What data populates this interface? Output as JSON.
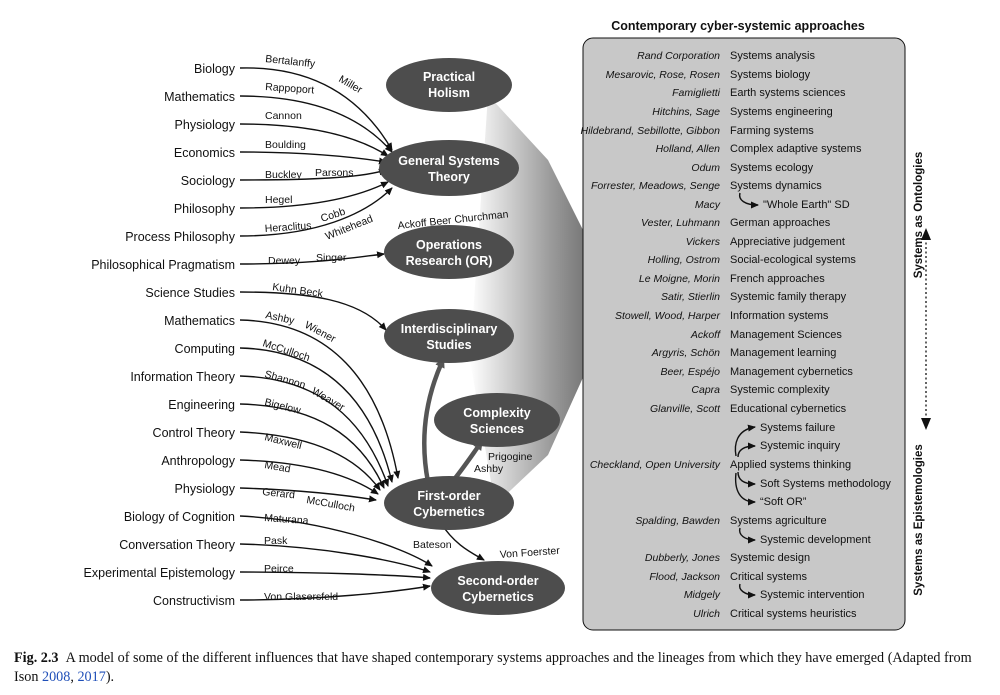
{
  "disciplines": [
    "Biology",
    "Mathematics",
    "Physiology",
    "Economics",
    "Sociology",
    "Philosophy",
    "Process Philosophy",
    "Philosophical Pragmatism",
    "Science Studies",
    "Mathematics",
    "Computing",
    "Information Theory",
    "Engineering",
    "Control Theory",
    "Anthropology",
    "Physiology",
    "Biology of Cognition",
    "Conversation Theory",
    "Experimental Epistemology",
    "Constructivism"
  ],
  "authors": [
    "Bertalanffy",
    "Miller",
    "Rappoport",
    "Cannon",
    "Boulding",
    "Buckley",
    "Parsons",
    "Hegel",
    "Heraclitus",
    "Cobb",
    "Whitehead",
    "Ackoff Beer Churchman",
    "Dewey",
    "Singer",
    "Kuhn Beck",
    "Ashby",
    "Wiener",
    "McCulloch",
    "Shannon",
    "Weaver",
    "Bigelow",
    "Maxwell",
    "Mead",
    "Gerard",
    "McCulloch",
    "Maturana",
    "Pask",
    "Peirce",
    "Von Glasersfeld",
    "Prigogine",
    "Ashby",
    "Bateson",
    "Von Foerster"
  ],
  "ovals": [
    [
      "Practical",
      "Holism"
    ],
    [
      "General Systems",
      "Theory"
    ],
    [
      "Operations",
      "Research (OR)"
    ],
    [
      "Interdisciplinary",
      "Studies"
    ],
    [
      "Complexity",
      "Sciences"
    ],
    [
      "First-order",
      "Cybernetics"
    ],
    [
      "Second-order",
      "Cybernetics"
    ]
  ],
  "panel": {
    "title": "Contemporary cyber-systemic approaches",
    "rows": [
      [
        "Rand Corporation",
        "Systems analysis"
      ],
      [
        "Mesarovic, Rose, Rosen",
        "Systems biology"
      ],
      [
        "Famiglietti",
        "Earth systems sciences"
      ],
      [
        "Hitchins, Sage",
        "Systems engineering"
      ],
      [
        "Hildebrand, Sebillotte, Gibbon",
        "Farming systems"
      ],
      [
        "Holland, Allen",
        "Complex adaptive systems"
      ],
      [
        "Odum",
        "Systems ecology"
      ],
      [
        "Forrester, Meadows, Senge",
        "Systems dynamics"
      ],
      [
        "Macy",
        "\"Whole Earth\" SD"
      ],
      [
        "Vester, Luhmann",
        "German approaches"
      ],
      [
        "Vickers",
        "Appreciative judgement"
      ],
      [
        "Holling, Ostrom",
        "Social-ecological systems"
      ],
      [
        "Le Moigne, Morin",
        "French approaches"
      ],
      [
        "Satir, Stierlin",
        "Systemic family therapy"
      ],
      [
        "Stowell, Wood, Harper",
        "Information systems"
      ],
      [
        "Ackoff",
        "Management Sciences"
      ],
      [
        "Argyris, Schön",
        "Management learning"
      ],
      [
        "Beer, Espéjo",
        "Management cybernetics"
      ],
      [
        "Capra",
        "Systemic complexity"
      ],
      [
        "Glanville, Scott",
        "Educational cybernetics"
      ],
      [
        "",
        "Systems failure"
      ],
      [
        "",
        "Systemic inquiry"
      ],
      [
        "Checkland, Open University",
        "Applied systems thinking"
      ],
      [
        "",
        "Soft Systems methodology"
      ],
      [
        "",
        "“Soft OR”"
      ],
      [
        "Spalding, Bawden",
        "Systems agriculture"
      ],
      [
        "",
        "Systemic development"
      ],
      [
        "Dubberly, Jones",
        "Systemic design"
      ],
      [
        "Flood, Jackson",
        "Critical systems"
      ],
      [
        "Midgely",
        "Systemic intervention"
      ],
      [
        "Ulrich",
        "Critical systems heuristics"
      ]
    ]
  },
  "side_labels": {
    "top": "Systems as Ontologies",
    "bottom": "Systems as Epistemologies"
  },
  "caption": {
    "label": "Fig. 2.3",
    "text": "A model of some of the different influences that have shaped contemporary systems approaches and the lineages from which they have emerged (Adapted from Ison ",
    "ref1": "2008",
    "sep": ", ",
    "ref2": "2017",
    "end": ")."
  },
  "colors": {
    "oval": "#4d4d4d",
    "panel": "#c8c8c8",
    "link": "#1f4fb8"
  }
}
